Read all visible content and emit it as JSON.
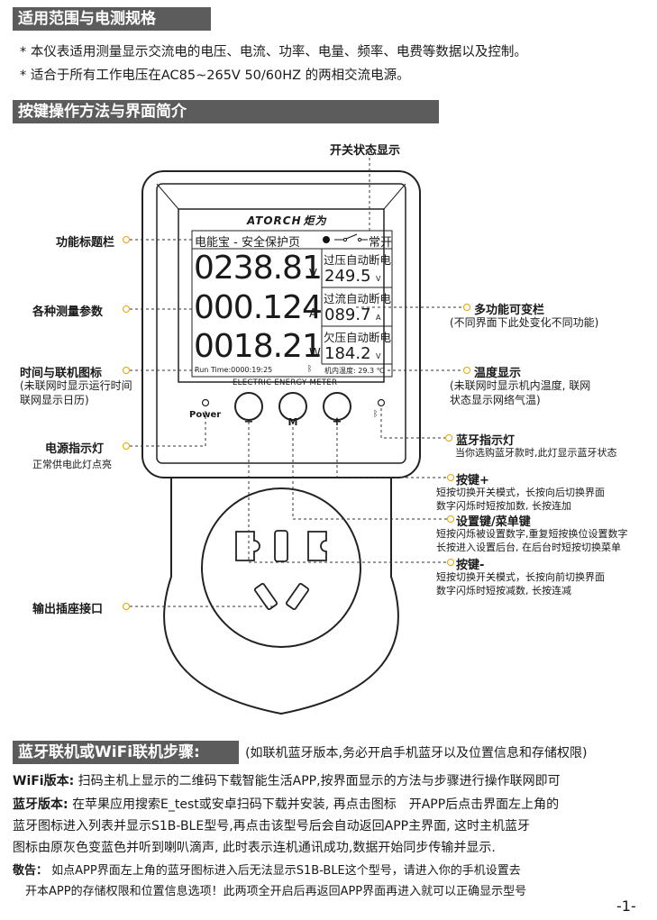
{
  "section1": {
    "title": "适用范围与电测规格",
    "lines": [
      "* 本仪表适用测量显示交流电的电压、电流、功率、电量、频率、电费等数据以及控制。",
      "* 适合于所有工作电压在AC85~265V 50/60HZ 的两相交流电源。"
    ]
  },
  "section2": {
    "title": "按键操作方法与界面简介"
  },
  "device": {
    "brand": "ATORCH",
    "brand_cn": "炬为",
    "screen": {
      "title": "电能宝 - 安全保护页",
      "switch_mode": "常开",
      "voltage": "0238.81",
      "voltage_unit": "V",
      "current": "000.124",
      "current_unit": "A",
      "power": "0018.21",
      "power_unit": "W",
      "side": [
        {
          "label": "过压自动断电",
          "value": "249.5",
          "unit": "V"
        },
        {
          "label": "过流自动断电",
          "value": "089.7",
          "unit": "A"
        },
        {
          "label": "欠压自动断电",
          "value": "184.2",
          "unit": "V"
        }
      ],
      "run_time": "Run Time:0000:19:25",
      "temp": "机内温度: 29.3 ℃"
    },
    "meter_label": "ELECTRIC ENERGY METER",
    "power_label": "Power",
    "buttons": [
      "−",
      "M",
      "+"
    ]
  },
  "callouts": {
    "switch_status": "开关状态显示",
    "title_bar": "功能标题栏",
    "params": "各种测量参数",
    "multi_bar": "多功能可变栏",
    "multi_bar_sub": "(不同界面下此处变化不同功能)",
    "time_icon": "时间与联机图标",
    "time_icon_sub": [
      "(未联网时显示运行时间",
      "联网显示日历)"
    ],
    "temp": "温度显示",
    "temp_sub": [
      "(未联网时显示机内温度, 联网",
      "状态显示网络气温)"
    ],
    "power_led": "电源指示灯",
    "power_led_sub": "正常供电此灯点亮",
    "bt_led": "蓝牙指示灯",
    "bt_led_sub": "当你选购蓝牙款时,此灯显示蓝牙状态",
    "key_plus": "按键+",
    "key_plus_sub": [
      "短按切换开关模式，长按向后切换界面",
      "数字闪烁时短按加数, 长按连加"
    ],
    "key_m": "设置键/菜单键",
    "key_m_sub": [
      "短按闪烁被设置数字,重复短按换位设置数字",
      "长按进入设置后台, 在后台时短按切换菜单"
    ],
    "key_minus": "按键-",
    "key_minus_sub": [
      "短按切换开关模式，长按向前切换界面",
      "数字闪烁时短按减数, 长按连减"
    ],
    "socket": "输出插座接口"
  },
  "section3": {
    "title": "蓝牙联机或WiFi联机步骤:",
    "note": "(如联机蓝牙版本,务必开启手机蓝牙以及位置信息和存储权限)"
  },
  "wifi": {
    "label": "WiFi版本:",
    "text": "扫码主机上显示的二维码下载智能生活APP,按界面显示的方法与步骤进行操作联网即可"
  },
  "bluetooth": {
    "label": "蓝牙版本:",
    "lines": [
      "在苹果应用搜索E_test或安卓扫码下载并安装, 再点击图标　开APP后点击界面左上角的",
      "蓝牙图标进入列表并显示S1B-BLE型号,再点击该型号后会自动返回APP主界面, 这时主机蓝牙",
      "图标由原灰色变蓝色并听到喇叭滴声, 此时表示连机通讯成功,数据开始同步传输并显示."
    ]
  },
  "notice": {
    "label": "敬告：",
    "lines": [
      "如点APP界面左上角的蓝牙图标进入后无法显示S1B-BLE这个型号，请进入你的手机设置去",
      "开本APP的存储权限和位置信息选项！此两项全开启后再返回APP界面再进入就可以正确显示型号"
    ]
  },
  "page_number": "-1-"
}
